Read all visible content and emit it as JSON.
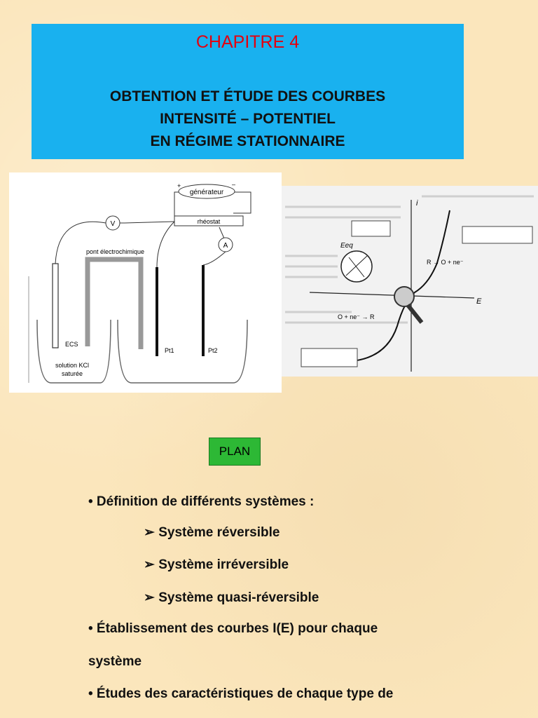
{
  "title_box": {
    "chapter": "CHAPITRE 4",
    "line1": "OBTENTION ET ÉTUDE DES COURBES",
    "line2": "INTENSITÉ – POTENTIEL",
    "line3": "EN RÉGIME STATIONNAIRE"
  },
  "figure_left": {
    "generator": "générateur",
    "plus": "+",
    "minus": "–",
    "rheostat": "rhéostat",
    "voltmeter": "V",
    "ammeter": "A",
    "bridge": "pont électrochimique",
    "ecs": "ECS",
    "solution_line1": "solution KCl",
    "solution_line2": "saturée",
    "pt1": "Pt1",
    "pt2": "Pt2"
  },
  "figure_right": {
    "axis_i": "i",
    "axis_e": "E",
    "eeq": "Eeq",
    "ox_reaction": "R → O + ne⁻",
    "red_reaction": "O + ne⁻ → R"
  },
  "plan_label": "PLAN",
  "outline": {
    "item1": "• Définition de différents systèmes :",
    "sub1": "➢ Système réversible",
    "sub2": "➢ Système irréversible",
    "sub3": "➢ Système quasi-réversible",
    "item2_line1": "• Établissement des courbes I(E)  pour chaque",
    "item2_line2": "système",
    "item3": "• Études des caractéristiques de chaque type de"
  }
}
